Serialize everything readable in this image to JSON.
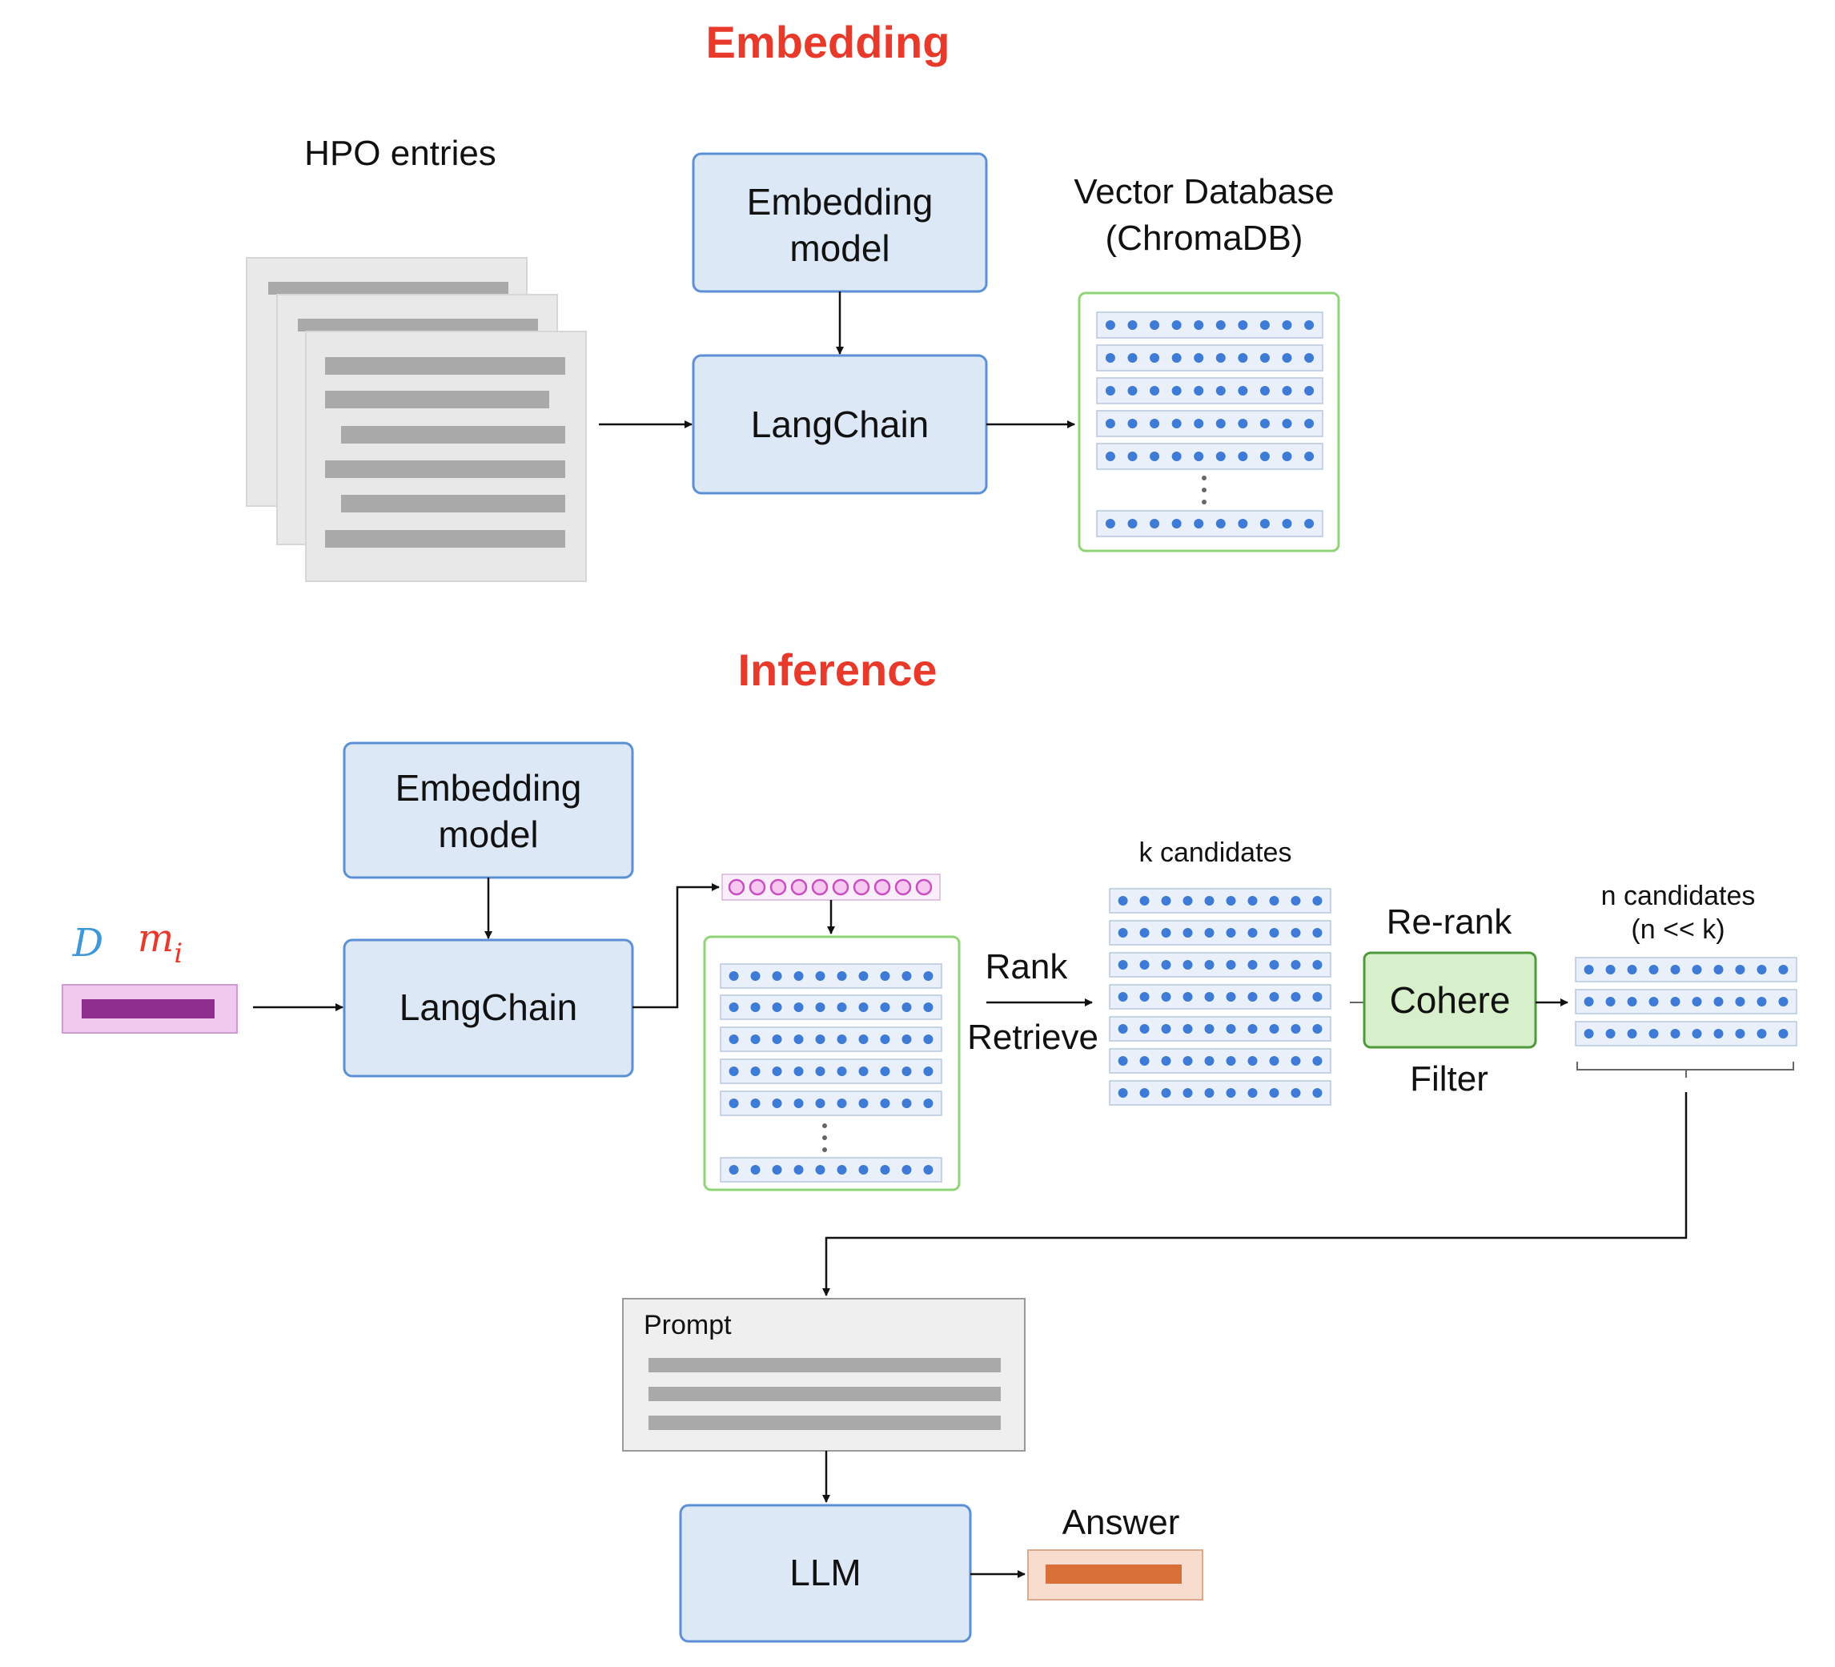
{
  "titles": {
    "embedding": "Embedding",
    "inference": "Inference"
  },
  "top": {
    "hpo_label": "HPO entries",
    "embed_model_1": "Embedding",
    "embed_model_2": "model",
    "langchain": "LangChain",
    "vectordb_1": "Vector Database",
    "vectordb_2": "(ChromaDB)"
  },
  "bottom": {
    "input_d": "D",
    "input_m": "m",
    "input_m_sub": "i",
    "embed_model_1": "Embedding",
    "embed_model_2": "model",
    "langchain": "LangChain",
    "rank": "Rank",
    "retrieve": "Retrieve",
    "k_candidates": "k candidates",
    "rerank": "Re-rank",
    "cohere": "Cohere",
    "filter": "Filter",
    "n_candidates_1": "n candidates",
    "n_candidates_2": "(n << k)",
    "prompt": "Prompt",
    "llm": "LLM",
    "answer": "Answer"
  },
  "colors": {
    "title_red": "#e8392a",
    "box_blue_fill": "#dce8f6",
    "box_blue_stroke": "#5b8fd6",
    "db_green_stroke": "#8fd476",
    "cohere_fill": "#d7efca",
    "vector_dot": "#3d7bd6",
    "query_dot": "#c84fc0",
    "input_bar": "#8e2e8e",
    "answer_bar": "#d9703a",
    "d_blue": "#3e97d6",
    "m_red": "#e8392a"
  }
}
